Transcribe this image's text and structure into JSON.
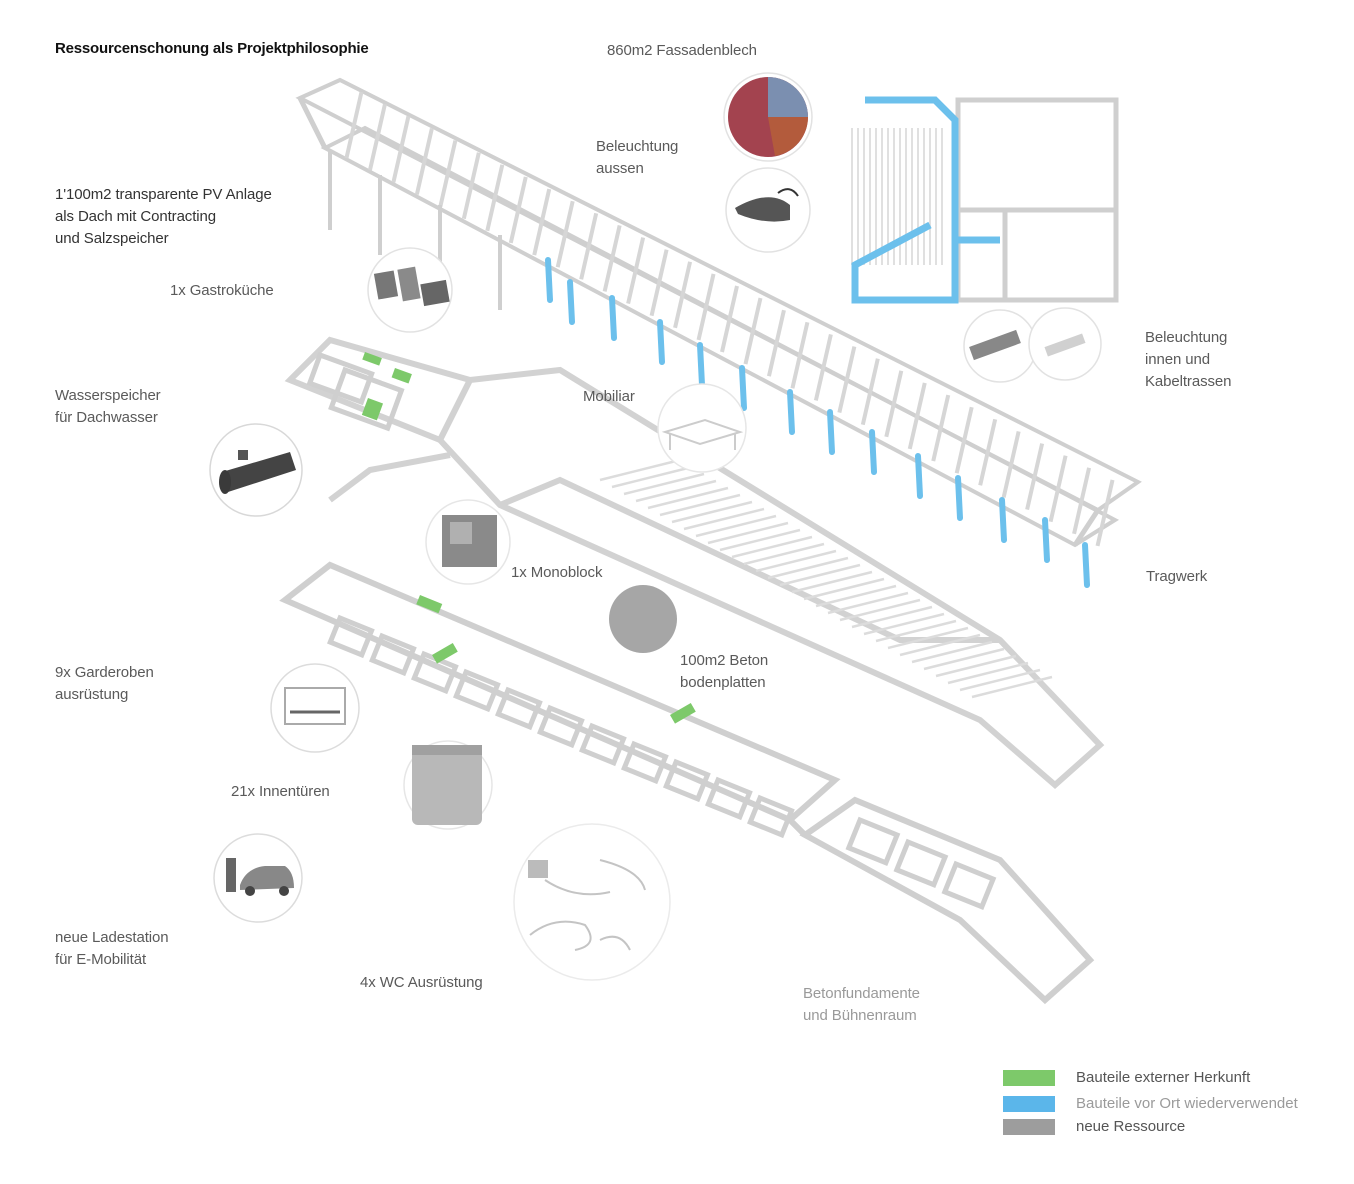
{
  "title": "Ressourcenschonung als Projektphilosophie",
  "colors": {
    "external": "#7dc96a",
    "onsite": "#5bb6ea",
    "new": "#9d9d9d",
    "structure": "#cfcfcf"
  },
  "labels": {
    "fassadenblech": "860m2 Fassadenblech",
    "beleuchtung_aussen": "Beleuchtung\naussen",
    "pv_anlage": "1'100m2 transparente PV Anlage\nals Dach mit Contracting\nund Salzspeicher",
    "gastrokueche": "1x Gastroküche",
    "beleuchtung_innen": "Beleuchtung\ninnen und\nKabeltrassen",
    "wasserspeicher": "Wasserspeicher\nfür Dachwasser",
    "mobiliar": "Mobiliar",
    "monoblock": "1x Monoblock",
    "tragwerk": "Tragwerk",
    "betonbodenplatten": "100m2 Beton\nbodenplatten",
    "garderoben": "9x Garderoben\nausrüstung",
    "innentueren": "21x Innentüren",
    "ladestation": "neue Ladestation\nfür E-Mobilität",
    "wc": "4x WC Ausrüstung",
    "betonfundament": "Betonfundamente\nund Bühnenraum"
  },
  "legend": [
    {
      "label": "Bauteile externer Herkunft",
      "color": "#7dc96a"
    },
    {
      "label": "Bauteile vor Ort wiederverwendet",
      "color": "#5bb6ea"
    },
    {
      "label": "neue Ressource",
      "color": "#9d9d9d"
    }
  ]
}
